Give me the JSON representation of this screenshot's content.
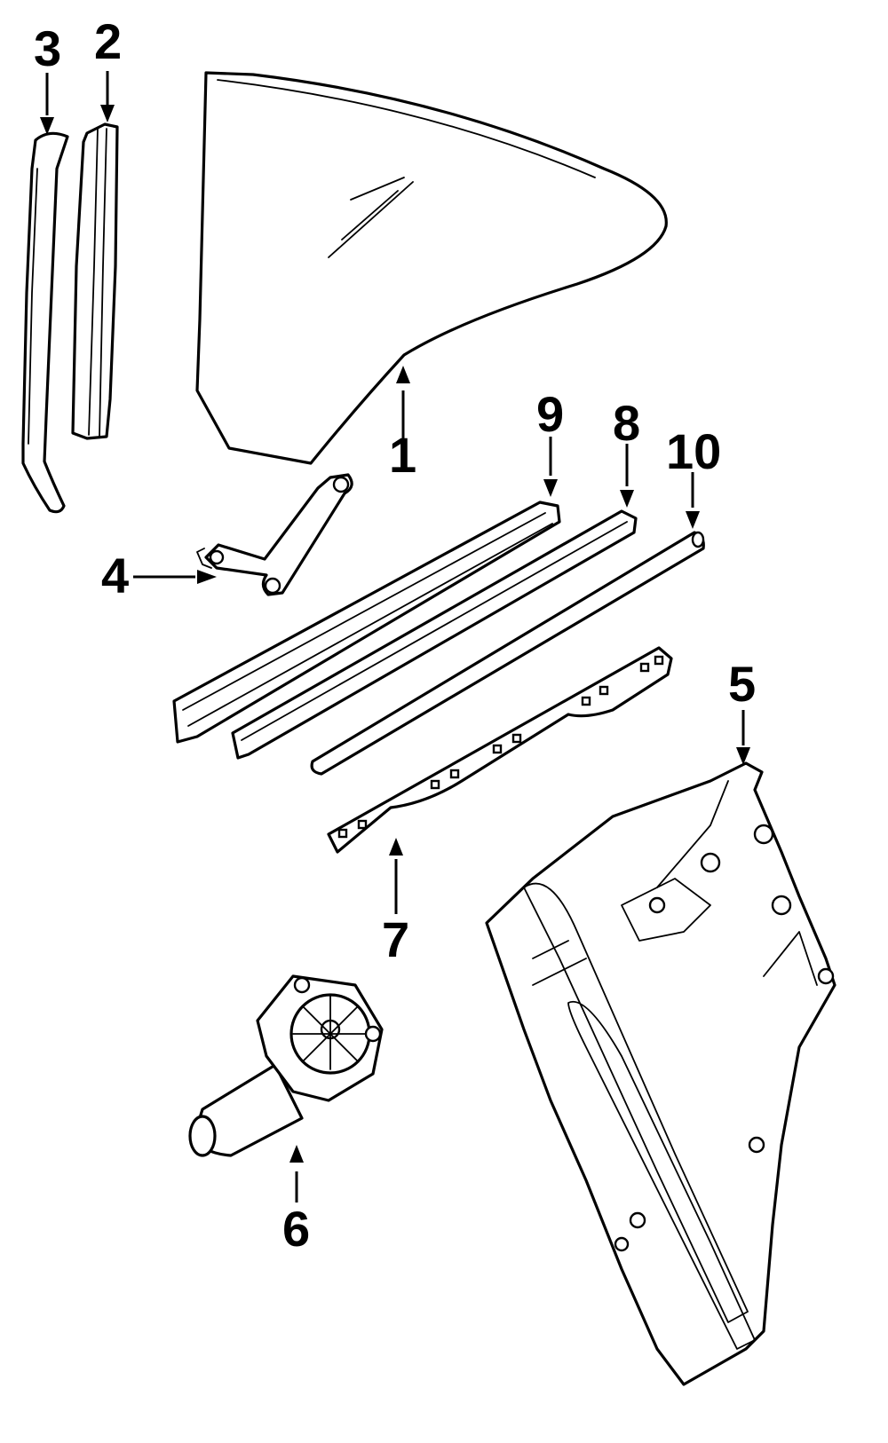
{
  "callouts": {
    "c1": "1",
    "c2": "2",
    "c3": "3",
    "c4": "4",
    "c5": "5",
    "c6": "6",
    "c7": "7",
    "c8": "8",
    "c9": "9",
    "c10": "10"
  }
}
